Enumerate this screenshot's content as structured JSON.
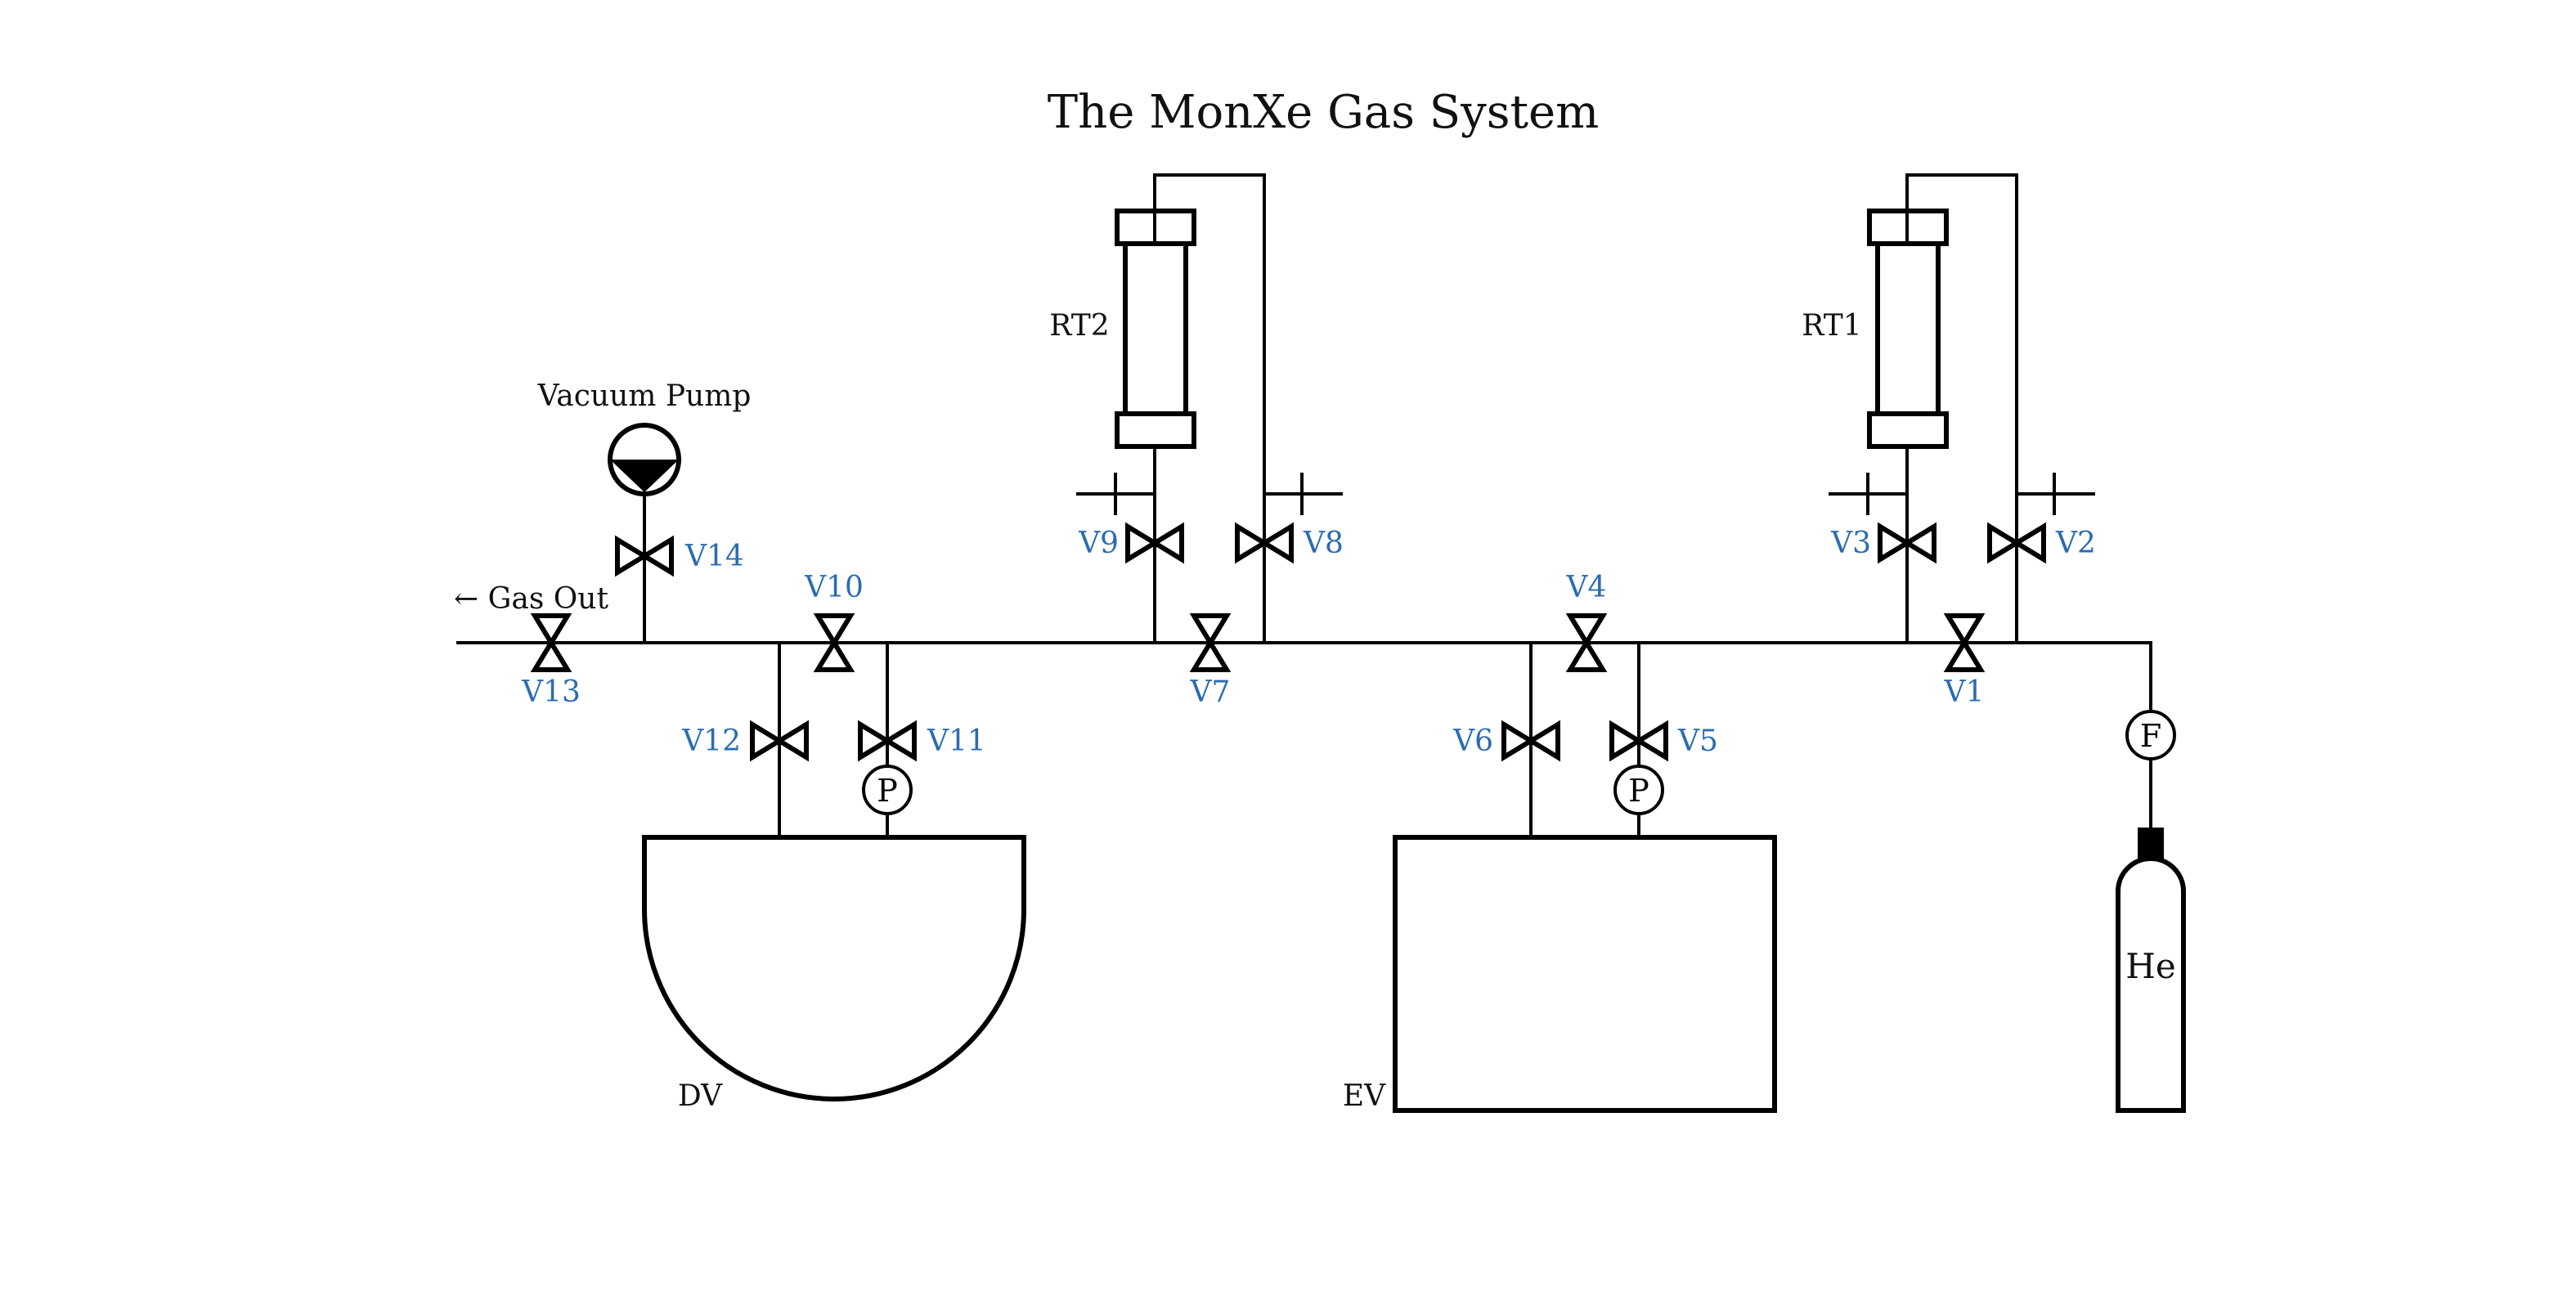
{
  "title": "The MonXe Gas System",
  "colors": {
    "line": "#000000",
    "valve_label": "#2b6cb0",
    "text": "#111111"
  },
  "labels": {
    "gas_out": "← Gas Out",
    "vacuum_pump": "Vacuum Pump",
    "rt1": "RT1",
    "rt2": "RT2",
    "dv": "DV",
    "ev": "EV",
    "he": "He",
    "pressure_gauge_1": "P",
    "pressure_gauge_2": "P",
    "flow_meter": "F"
  },
  "valves": [
    "V1",
    "V2",
    "V3",
    "V4",
    "V5",
    "V6",
    "V7",
    "V8",
    "V9",
    "V10",
    "V11",
    "V12",
    "V13",
    "V14"
  ]
}
